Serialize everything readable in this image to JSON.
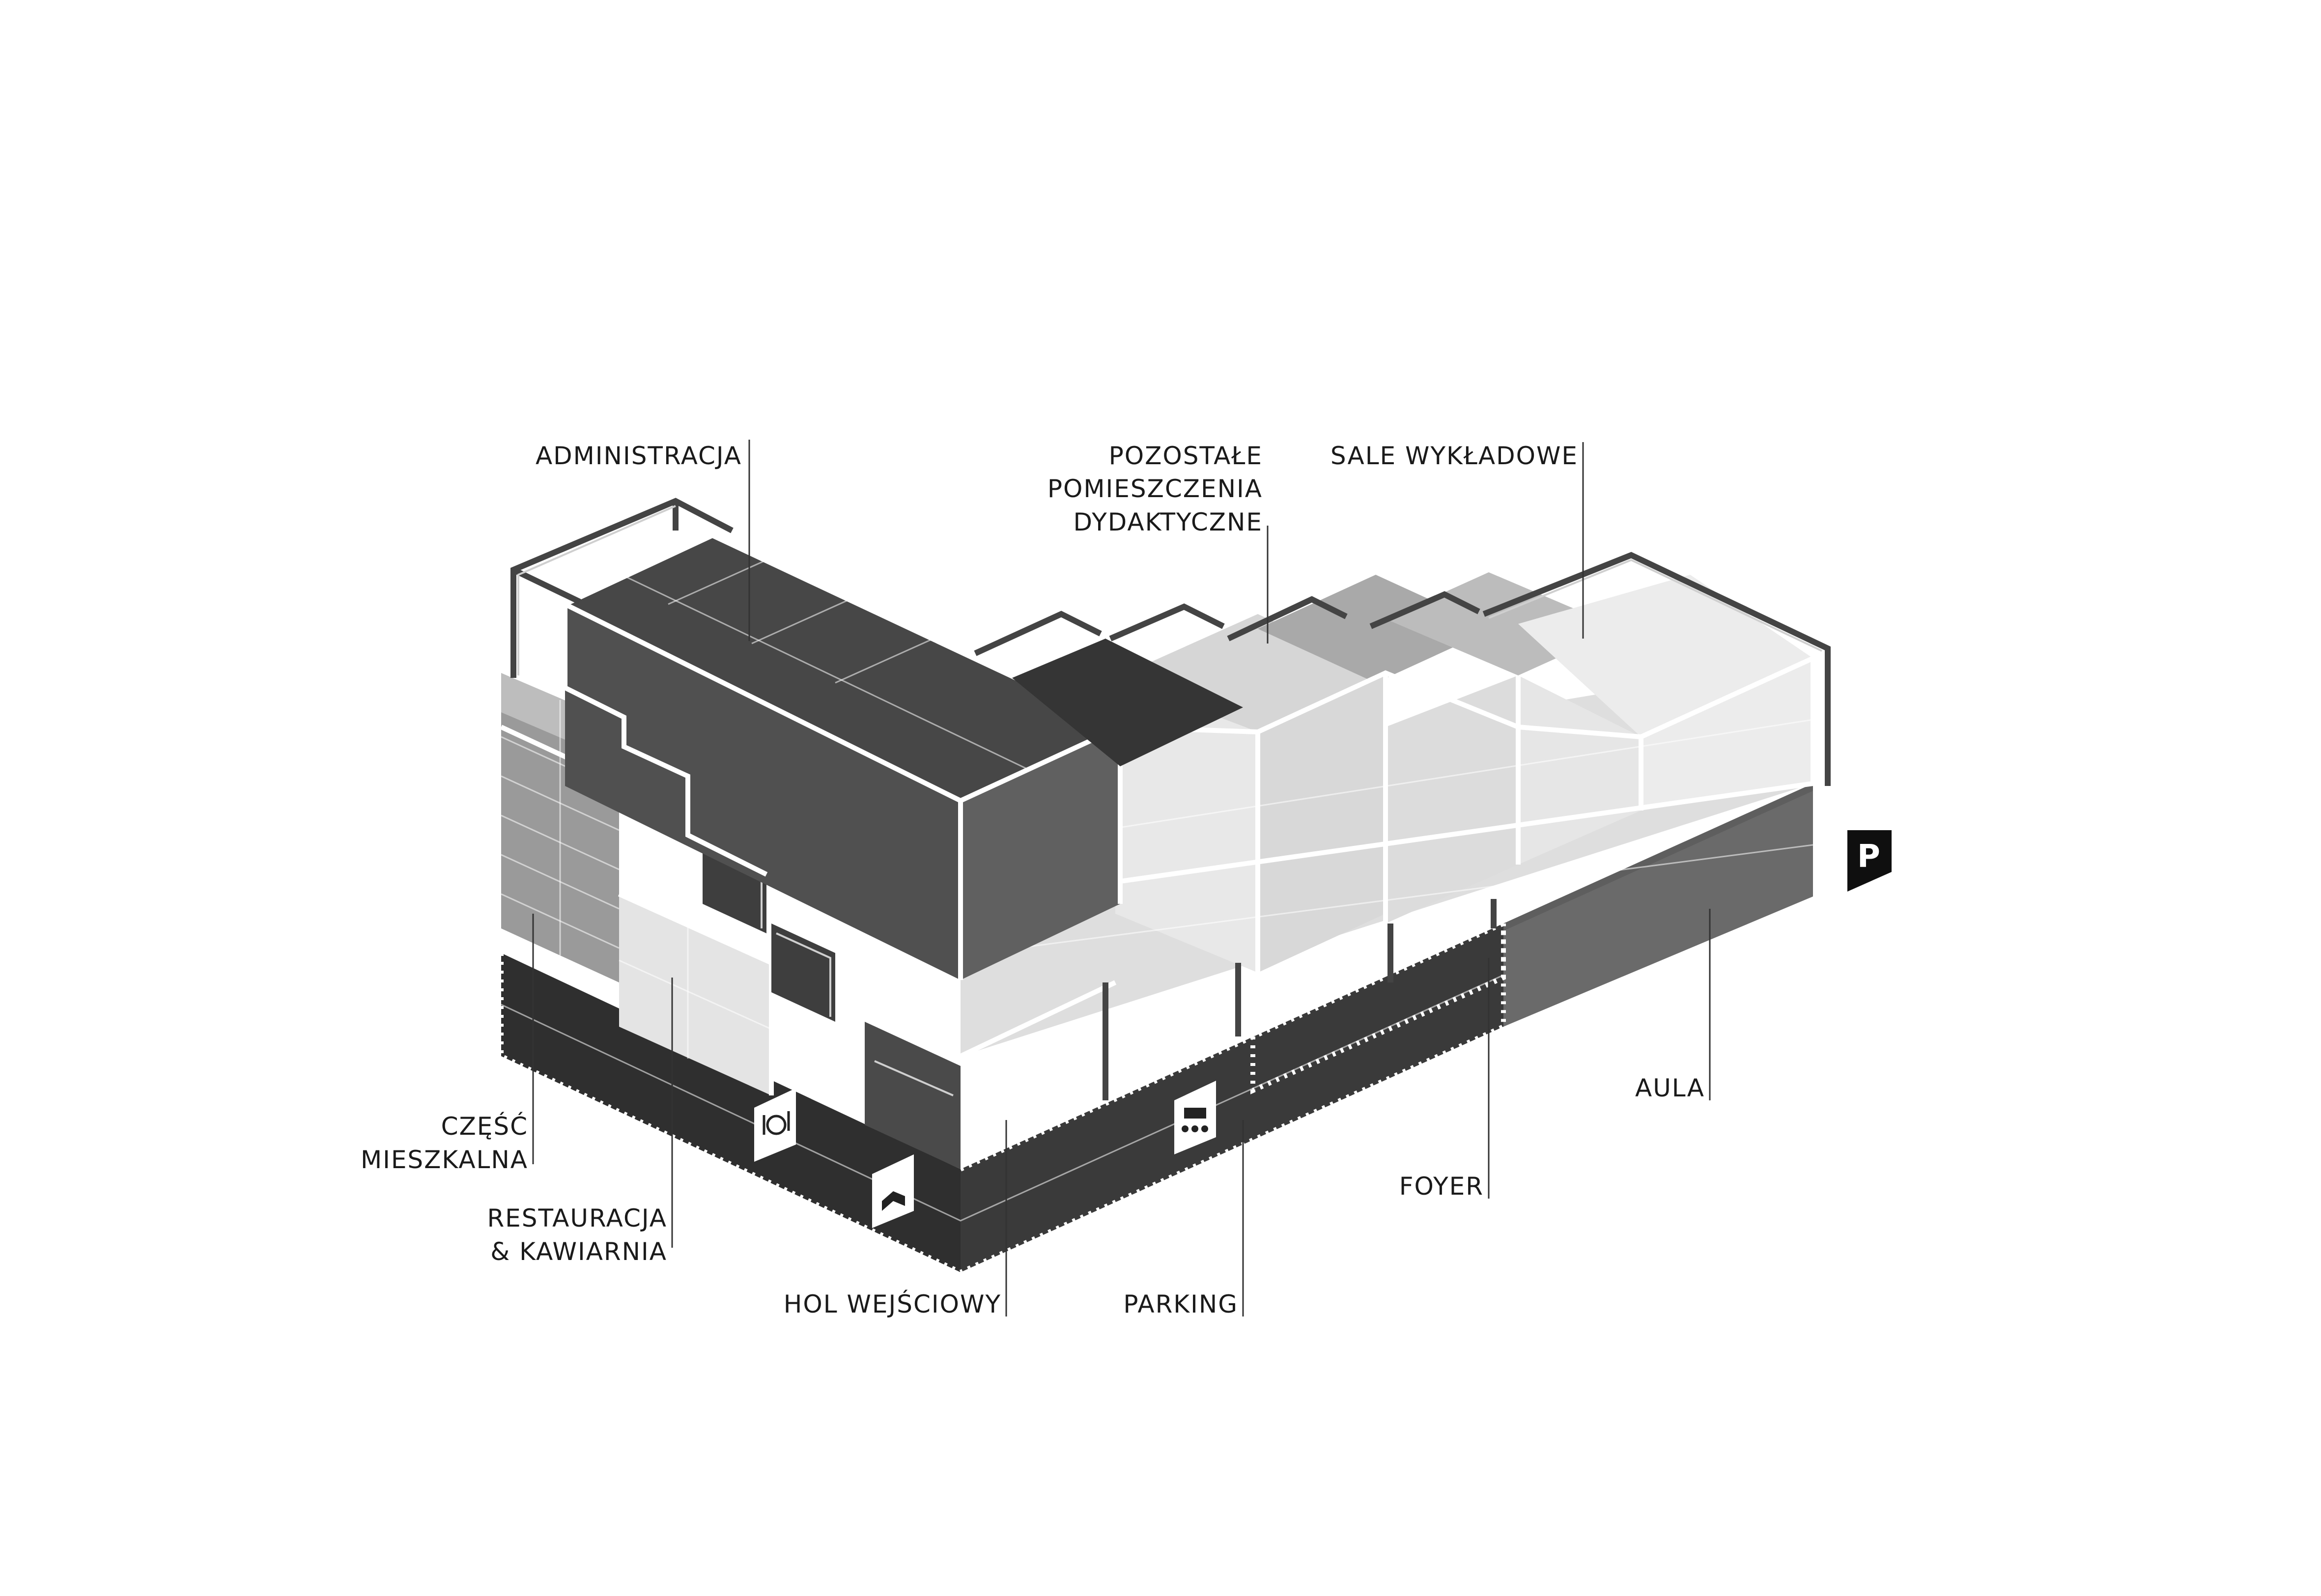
{
  "labels": {
    "administracja": "ADMINISTRACJA",
    "pozostale_1": "POZOSTAŁE",
    "pozostale_2": "POMIESZCZENIA",
    "pozostale_3": "DYDAKTYCZNE",
    "sale": "SALE WYKŁADOWE",
    "czesc_1": "CZĘŚĆ",
    "czesc_2": "MIESZKALNA",
    "restauracja_1": "RESTAURACJA",
    "restauracja_2": "& KAWIARNIA",
    "hol": "HOL WEJŚCIOWY",
    "parking": "PARKING",
    "foyer": "FOYER",
    "aula": "AULA"
  },
  "icons": {
    "parking_sign": "parking-sign-icon",
    "parking_letter": "P",
    "restaurant": "restaurant-icon",
    "book": "book-icon",
    "audience": "audience-icon"
  },
  "colors": {
    "dark": "#3a3a3a",
    "mid_dark": "#555555",
    "mid": "#8a8a8a",
    "light": "#dcdcdc",
    "very_light": "#ececec",
    "ground": "#2e2e2e",
    "aula": "#6a6a6a"
  }
}
